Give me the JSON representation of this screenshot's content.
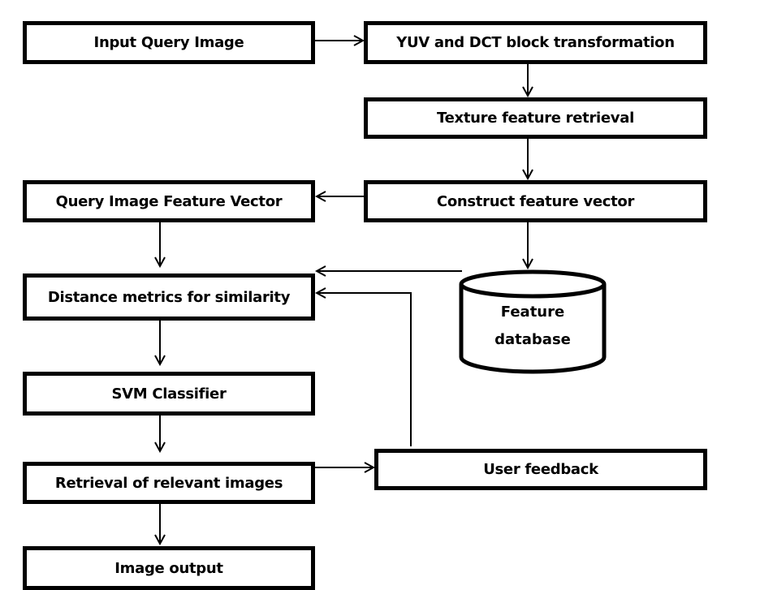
{
  "diagram": {
    "type": "flowchart",
    "nodes": {
      "input_query_image": "Input Query Image",
      "yuv_dct": "YUV and DCT block transformation",
      "texture_feature": "Texture feature retrieval",
      "construct_vector": "Construct feature vector",
      "query_feature_vector": "Query Image Feature Vector",
      "distance_metrics": "Distance metrics for similarity",
      "svm_classifier": "SVM Classifier",
      "retrieval_relevant": "Retrieval of relevant images",
      "image_output": "Image output",
      "user_feedback": "User feedback",
      "feature_database_line1": "Feature",
      "feature_database_line2": "database"
    },
    "edges": [
      {
        "from": "Input Query Image",
        "to": "YUV and DCT block transformation"
      },
      {
        "from": "YUV and DCT block transformation",
        "to": "Texture feature retrieval"
      },
      {
        "from": "Texture feature retrieval",
        "to": "Construct feature vector"
      },
      {
        "from": "Construct feature vector",
        "to": "Query Image Feature Vector"
      },
      {
        "from": "Construct feature vector",
        "to": "Feature database"
      },
      {
        "from": "Query Image Feature Vector",
        "to": "Distance metrics for similarity"
      },
      {
        "from": "Feature database",
        "to": "Distance metrics for similarity"
      },
      {
        "from": "User feedback",
        "to": "Distance metrics for similarity"
      },
      {
        "from": "Distance metrics for similarity",
        "to": "SVM Classifier"
      },
      {
        "from": "SVM Classifier",
        "to": "Retrieval of relevant images"
      },
      {
        "from": "Retrieval of relevant images",
        "to": "User feedback"
      },
      {
        "from": "Retrieval of relevant images",
        "to": "Image output"
      }
    ]
  }
}
